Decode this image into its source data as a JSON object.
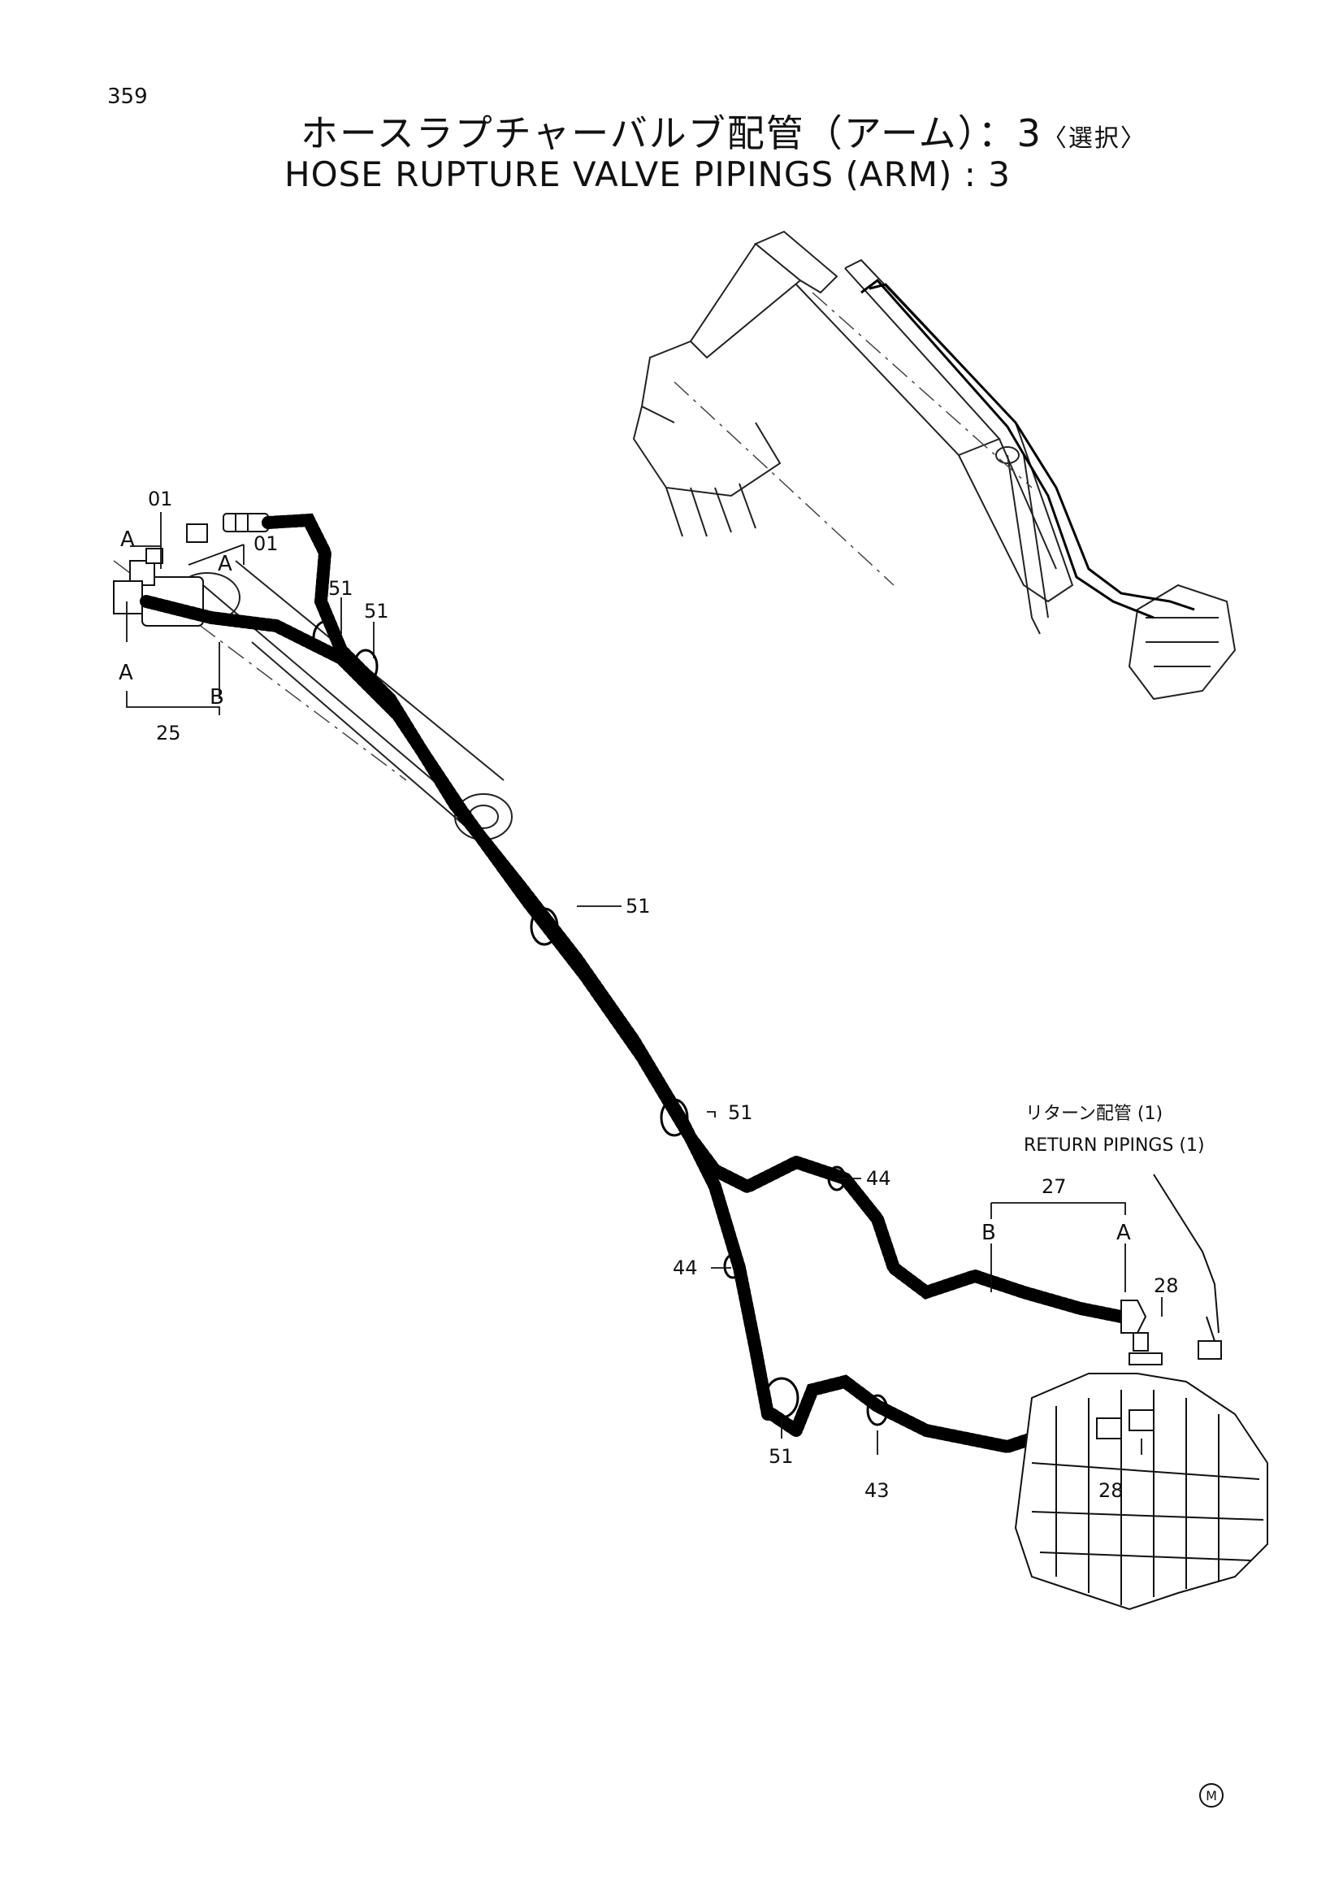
{
  "page": {
    "number": "359",
    "title_jp": "ホースラプチャーバルブ配管（アーム）：3",
    "title_jp_suffix": "〈選択〉",
    "title_en": "HOSE RUPTURE VALVE PIPINGS (ARM) : 3",
    "mark": "M"
  },
  "diagram": {
    "return_note_jp": "リターン配管 (1)",
    "return_note_en": "RETURN PIPINGS (1)",
    "callouts": [
      {
        "id": "c01a",
        "text": "01"
      },
      {
        "id": "c01b",
        "text": "01"
      },
      {
        "id": "cAa",
        "text": "A"
      },
      {
        "id": "cAb",
        "text": "A"
      },
      {
        "id": "cAc",
        "text": "A"
      },
      {
        "id": "cBa",
        "text": "B"
      },
      {
        "id": "c25",
        "text": "25"
      },
      {
        "id": "c51a",
        "text": "51"
      },
      {
        "id": "c51b",
        "text": "51"
      },
      {
        "id": "c51c",
        "text": "51"
      },
      {
        "id": "c51d",
        "text": "51"
      },
      {
        "id": "c51e",
        "text": "51"
      },
      {
        "id": "c44a",
        "text": "44"
      },
      {
        "id": "c44b",
        "text": "44"
      },
      {
        "id": "c27",
        "text": "27"
      },
      {
        "id": "cBb",
        "text": "B"
      },
      {
        "id": "cAd",
        "text": "A"
      },
      {
        "id": "c28a",
        "text": "28"
      },
      {
        "id": "c28b",
        "text": "28"
      },
      {
        "id": "c43",
        "text": "43"
      }
    ]
  }
}
